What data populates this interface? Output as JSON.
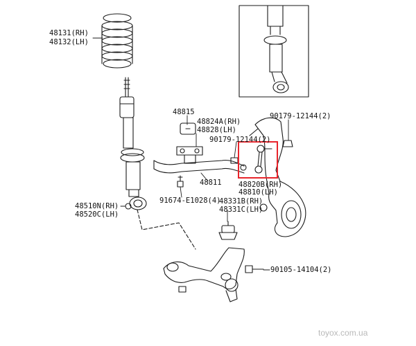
{
  "labels": {
    "spring_rh": "48131(RH)",
    "spring_lh": "48132(LH)",
    "bracket": "48815",
    "bushing_rh": "48824A(RH)",
    "bushing_lh": "48828(LH)",
    "bolt_top": "90179-12144(2)",
    "bolt_mid": "90179-12144(2)",
    "stabilizer_bar": "48811",
    "link_rh": "48820B(RH)",
    "link_lh": "48810(LH)",
    "bolt_bracket": "91674-E1028(4)",
    "shock_bushing_rh": "48510N(RH)",
    "shock_bushing_lh": "48520C(LH)",
    "bump_stop_rh": "48331B(RH)",
    "bump_stop_lh": "48331C(LH)",
    "arm_bolt": "90105-14104(2)"
  },
  "watermark": "toyox.com.ua",
  "colors": {
    "line": "#1a1a1a",
    "highlight": "#e8242b",
    "watermark": "#b9b9b9"
  }
}
